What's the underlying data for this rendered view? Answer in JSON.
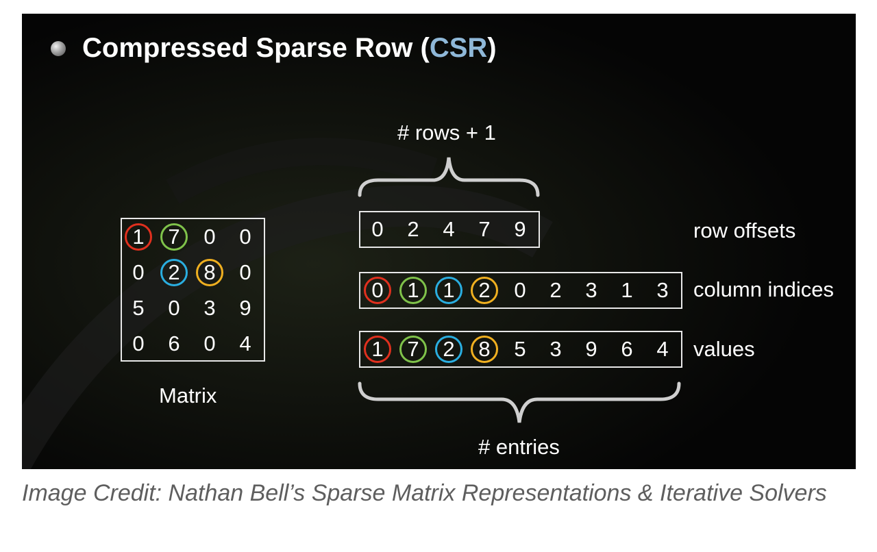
{
  "slide": {
    "title_main": "Compressed Sparse Row (",
    "title_acronym": "CSR",
    "title_close": ")",
    "matrix": [
      [
        "1",
        "7",
        "0",
        "0"
      ],
      [
        "0",
        "2",
        "8",
        "0"
      ],
      [
        "5",
        "0",
        "3",
        "9"
      ],
      [
        "0",
        "6",
        "0",
        "4"
      ]
    ],
    "matrix_label": "Matrix",
    "rows_brace_label": "# rows + 1",
    "entries_brace_label": "# entries",
    "row_offsets": [
      "0",
      "2",
      "4",
      "7",
      "9"
    ],
    "row_offsets_label": "row offsets",
    "column_indices": [
      "0",
      "1",
      "1",
      "2",
      "0",
      "2",
      "3",
      "1",
      "3"
    ],
    "column_indices_label": "column indices",
    "values": [
      "1",
      "7",
      "2",
      "8",
      "5",
      "3",
      "9",
      "6",
      "4"
    ],
    "values_label": "values",
    "highlight_colors": {
      "row0_col0": "#e0301e",
      "row0_col1": "#7fc24a",
      "row1_col1": "#2aaee0",
      "row1_col2": "#f0b020"
    }
  },
  "caption": "Image Credit: Nathan Bell’s Sparse Matrix Representations & Iterative Solvers"
}
